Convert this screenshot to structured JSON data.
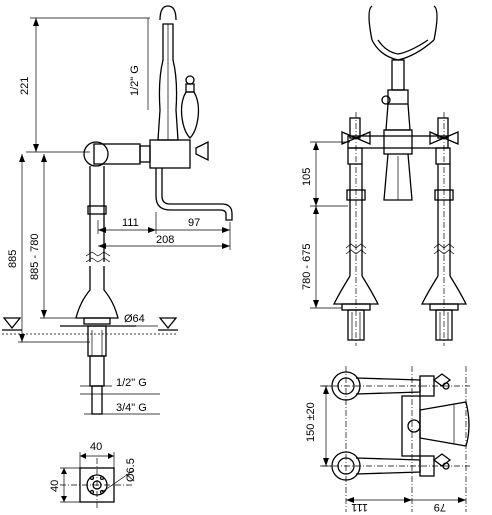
{
  "dimensions": {
    "d221": "221",
    "d885": "885",
    "d885_780": "885 - 780",
    "thread_half_g_top": "1/2\" G",
    "d111": "111",
    "d97": "97",
    "d208": "208",
    "d64": "Ø64",
    "thread_half_g_bottom": "1/2\" G",
    "thread_3_4_g": "3/4\" G",
    "d40_top": "40",
    "d40_side": "40",
    "d6_5": "Ø6.5",
    "d105": "105",
    "d780_675": "780 - 675",
    "d150": "150 ±20",
    "d111_plan": "111",
    "d79": "79"
  }
}
